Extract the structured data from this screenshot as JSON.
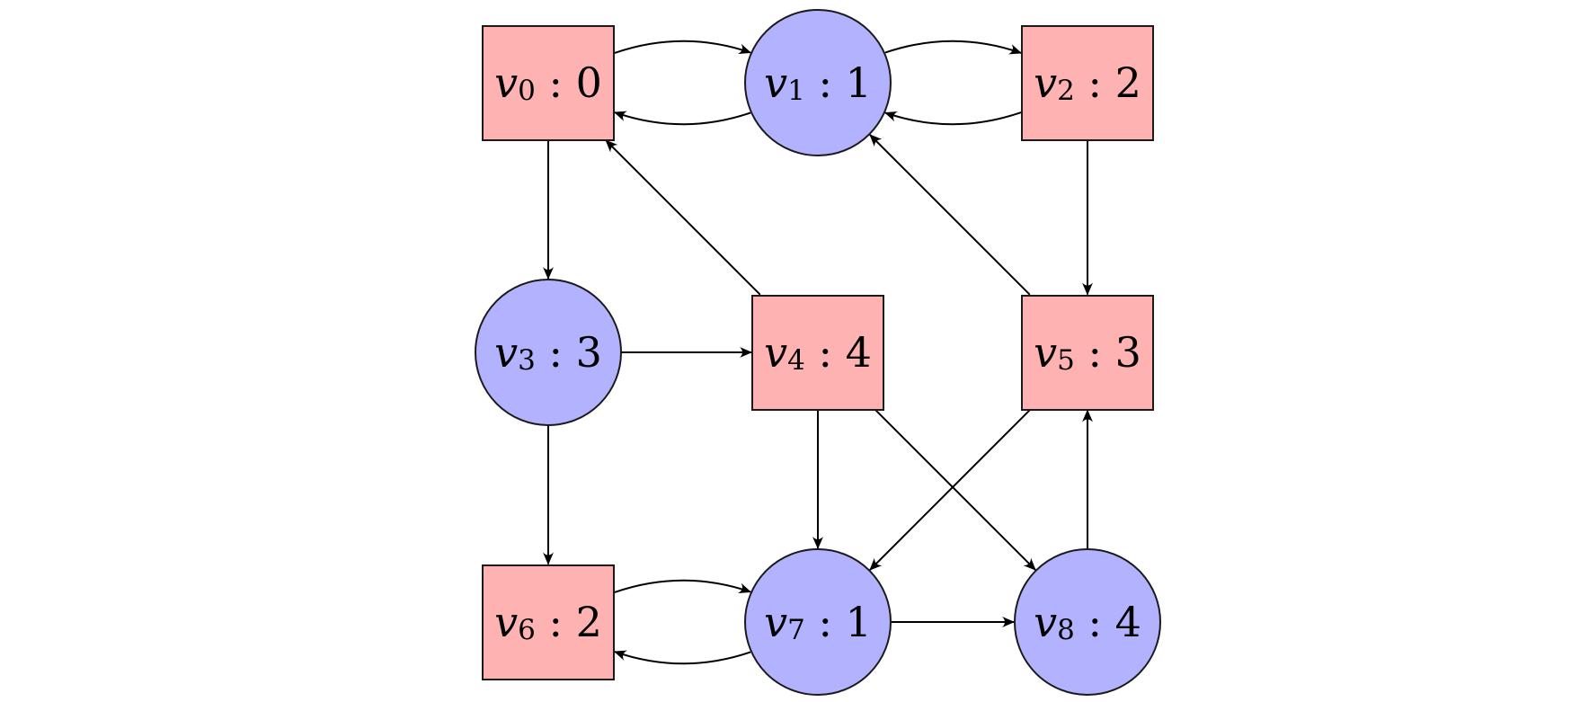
{
  "diagram": {
    "colors": {
      "square_fill": "#ffb2b2",
      "circle_fill": "#b2b2ff",
      "stroke": "#000000"
    },
    "nodes": [
      {
        "id": "v0",
        "shape": "square",
        "var": "v",
        "sub": "0",
        "sep": " : ",
        "value": "0"
      },
      {
        "id": "v1",
        "shape": "circle",
        "var": "v",
        "sub": "1",
        "sep": " : ",
        "value": "1"
      },
      {
        "id": "v2",
        "shape": "square",
        "var": "v",
        "sub": "2",
        "sep": " : ",
        "value": "2"
      },
      {
        "id": "v3",
        "shape": "circle",
        "var": "v",
        "sub": "3",
        "sep": " : ",
        "value": "3"
      },
      {
        "id": "v4",
        "shape": "square",
        "var": "v",
        "sub": "4",
        "sep": " : ",
        "value": "4"
      },
      {
        "id": "v5",
        "shape": "square",
        "var": "v",
        "sub": "5",
        "sep": " : ",
        "value": "3"
      },
      {
        "id": "v6",
        "shape": "square",
        "var": "v",
        "sub": "6",
        "sep": " : ",
        "value": "2"
      },
      {
        "id": "v7",
        "shape": "circle",
        "var": "v",
        "sub": "7",
        "sep": " : ",
        "value": "1"
      },
      {
        "id": "v8",
        "shape": "circle",
        "var": "v",
        "sub": "8",
        "sep": " : ",
        "value": "4"
      }
    ],
    "edges": [
      {
        "from": "v0",
        "to": "v1"
      },
      {
        "from": "v1",
        "to": "v0"
      },
      {
        "from": "v1",
        "to": "v2"
      },
      {
        "from": "v2",
        "to": "v1"
      },
      {
        "from": "v0",
        "to": "v3"
      },
      {
        "from": "v2",
        "to": "v5"
      },
      {
        "from": "v3",
        "to": "v4"
      },
      {
        "from": "v3",
        "to": "v6"
      },
      {
        "from": "v4",
        "to": "v0"
      },
      {
        "from": "v4",
        "to": "v7"
      },
      {
        "from": "v4",
        "to": "v8"
      },
      {
        "from": "v5",
        "to": "v1"
      },
      {
        "from": "v5",
        "to": "v7"
      },
      {
        "from": "v6",
        "to": "v7"
      },
      {
        "from": "v7",
        "to": "v6"
      },
      {
        "from": "v7",
        "to": "v8"
      },
      {
        "from": "v8",
        "to": "v5"
      }
    ]
  }
}
